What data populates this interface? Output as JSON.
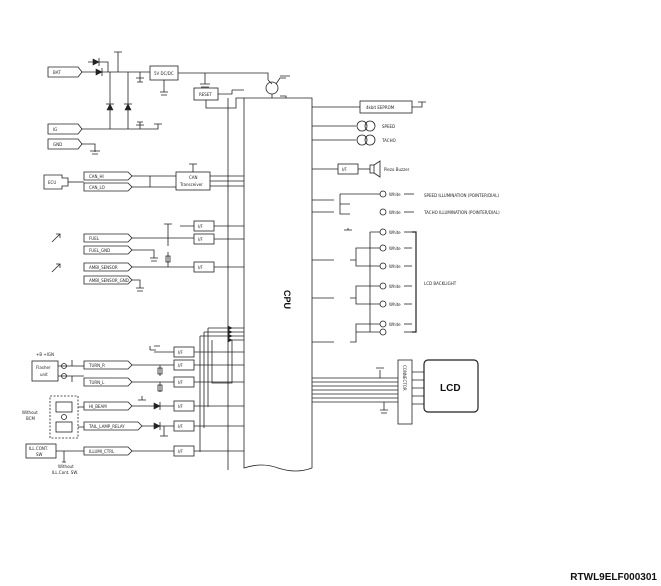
{
  "connectors": {
    "bat": "BAT",
    "ig": "IG",
    "gnd": "GND",
    "can_hi": "CAN_HI",
    "can_lo": "CAN_LO",
    "fuel": "FUEL",
    "fuel_gnd": "FUEL_GND",
    "ambi_sensor": "AMBI_SENSOR",
    "ambi_sensor_gnd": "AMBI_SENSOR_GND",
    "turn_r": "TURN_R",
    "turn_l": "TURN_L",
    "hi_beam": "HI_BEAM",
    "tail_lamp_relay": "TAIL_LAMP_RELAY",
    "illumi_ctrl": "ILLUMI_CTRL"
  },
  "blocks": {
    "dcdc": "5V DC/DC",
    "reset": "RESET",
    "eeprom": "4kbit EEPROM",
    "can_transceiver_1": "CAN",
    "can_transceiver_2": "Transceiver",
    "cpu": "CPU",
    "lcd": "LCD",
    "connector": "CONNECTOR",
    "ecu": "ECU",
    "flasher_1": "Flasher",
    "flasher_2": "unit",
    "flasher_supply": "+B +IGN",
    "without_bcm_1": "Without",
    "without_bcm_2": "BCM",
    "ill_cont_1": "ILL.CONT.",
    "ill_cont_2": "SW",
    "without_ill_1": "Without",
    "without_ill_2": "ILL.Cont. SW."
  },
  "interfaces": [
    "I/F",
    "I/F",
    "I/F",
    "I/F",
    "I/F",
    "I/F",
    "I/F",
    "I/F",
    "I/F"
  ],
  "gauges": {
    "speed": "SPEED",
    "tacho": "TACHO"
  },
  "buzzer": "Piezo Buzzer",
  "led_label": "White",
  "illumination": {
    "speed": "SPEED ILLUMINATION (POINTER/DIAL)",
    "tacho": "TACHO ILLUMINATION (POINTER/DIAL)",
    "backlight": "LCD BACKLIGHT"
  },
  "document_code": "RTWL9ELF000301"
}
